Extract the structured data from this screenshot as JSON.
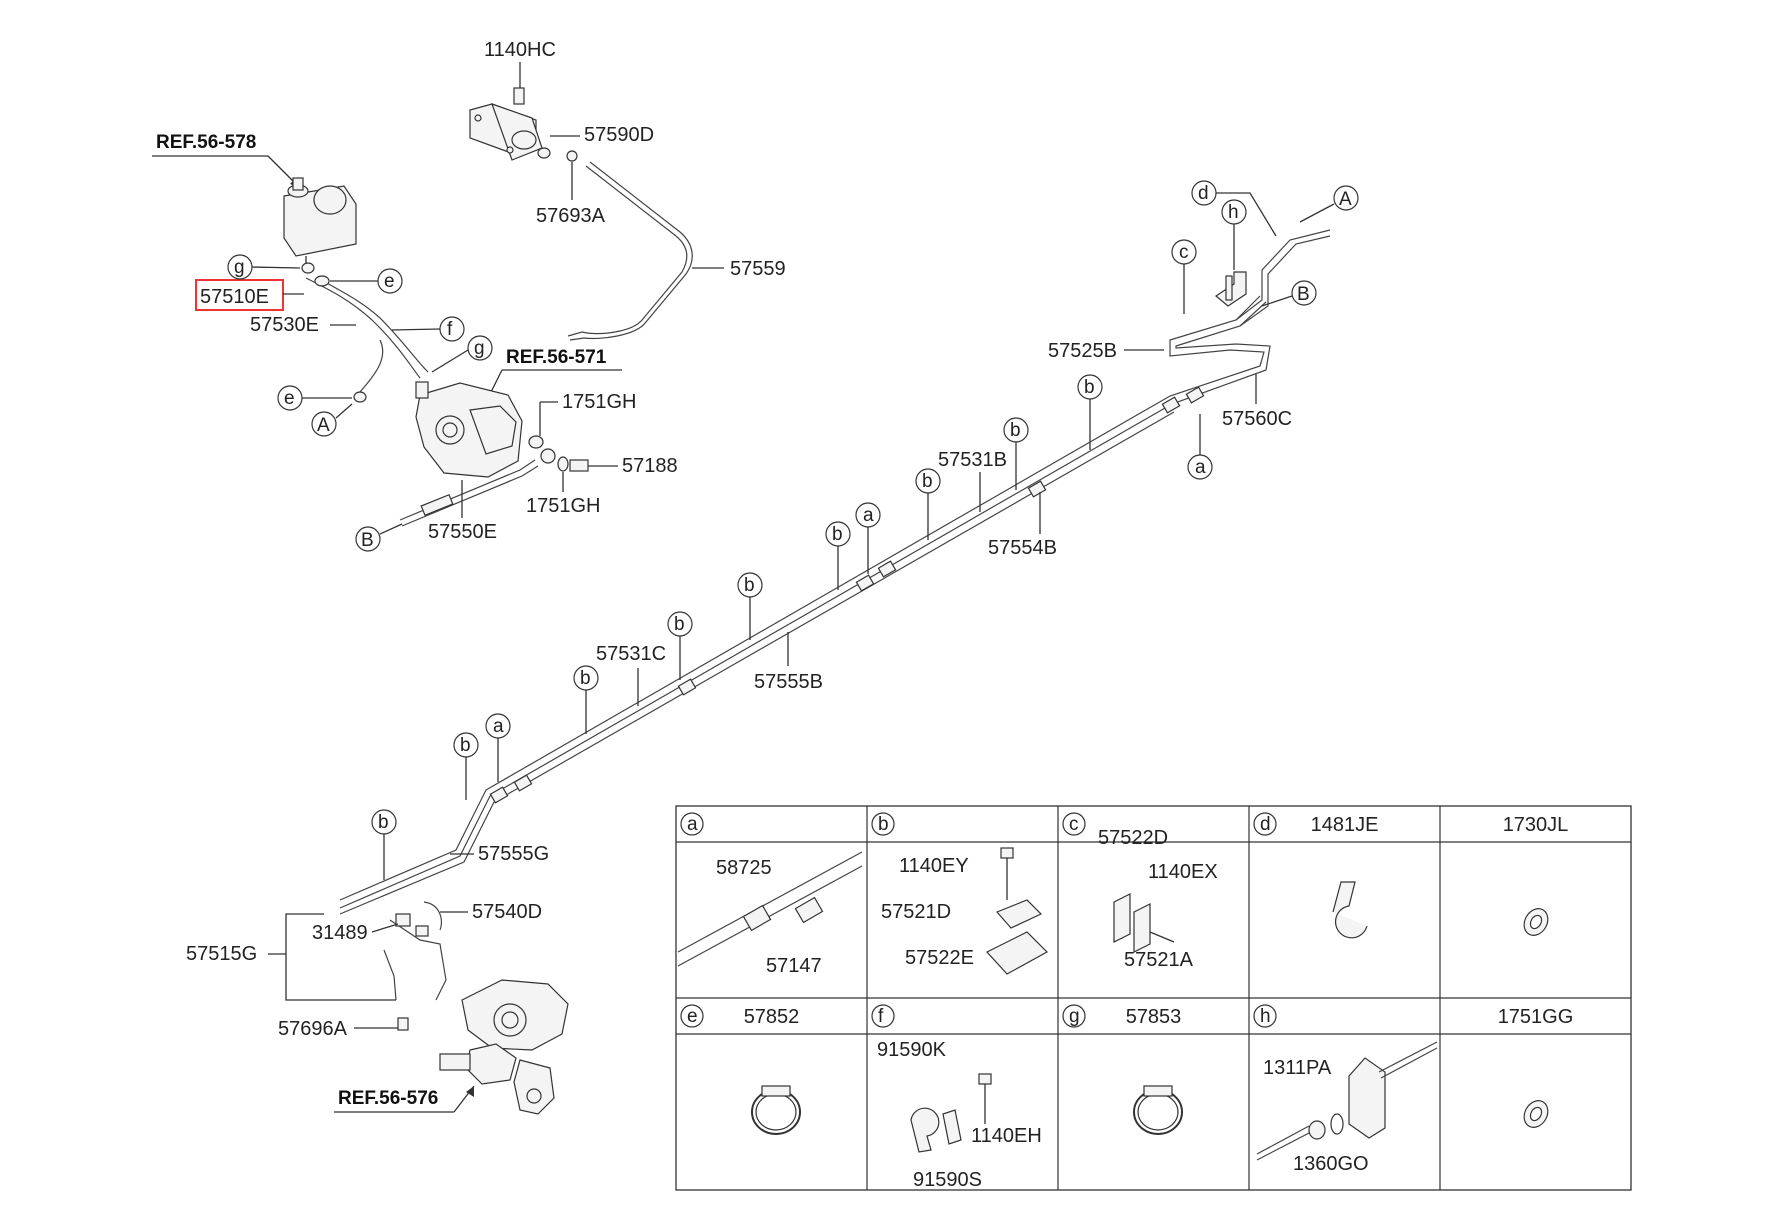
{
  "refs": {
    "ref1": "REF.56-578",
    "ref2": "REF.56-571",
    "ref3": "REF.56-576"
  },
  "highlighted_part": "57510E",
  "colors": {
    "highlight": "#e33333",
    "line": "#333333"
  },
  "parts": {
    "p1140HC": "1140HC",
    "p57590D": "57590D",
    "p57693A": "57693A",
    "p57559": "57559",
    "p57530E": "57530E",
    "p1751GH_a": "1751GH",
    "p1751GH_b": "1751GH",
    "p57188": "57188",
    "p57550E": "57550E",
    "p57525B": "57525B",
    "p57560C": "57560C",
    "p57531B": "57531B",
    "p57554B": "57554B",
    "p57531C": "57531C",
    "p57555B": "57555B",
    "p57555G": "57555G",
    "p57540D": "57540D",
    "p31489": "31489",
    "p57515G": "57515G",
    "p57696A": "57696A"
  },
  "callouts": {
    "g": "g",
    "e": "e",
    "f": "f",
    "A": "A",
    "B": "B",
    "a": "a",
    "b": "b",
    "c": "c",
    "d": "d",
    "h": "h"
  },
  "table": {
    "cells": [
      {
        "key": "a",
        "title": "",
        "parts": [
          "58725",
          "57147"
        ]
      },
      {
        "key": "b",
        "title": "",
        "parts": [
          "1140EY",
          "57521D",
          "57522E"
        ]
      },
      {
        "key": "c",
        "title": "",
        "parts": [
          "57522D",
          "1140EX",
          "57521A"
        ]
      },
      {
        "key": "d",
        "title": "1481JE",
        "parts": []
      },
      {
        "key": "",
        "title": "1730JL",
        "parts": []
      },
      {
        "key": "e",
        "title": "57852",
        "parts": []
      },
      {
        "key": "f",
        "title": "",
        "parts": [
          "91590K",
          "1140EH",
          "91590S"
        ]
      },
      {
        "key": "g",
        "title": "57853",
        "parts": []
      },
      {
        "key": "h",
        "title": "",
        "parts": [
          "1311PA",
          "1360GO"
        ]
      },
      {
        "key": "",
        "title": "1751GG",
        "parts": []
      }
    ]
  }
}
